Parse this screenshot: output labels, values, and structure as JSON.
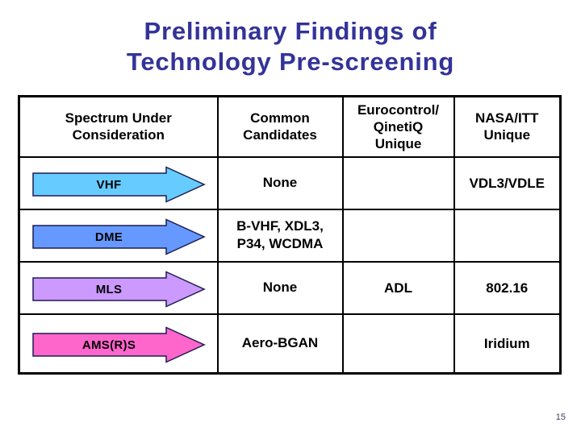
{
  "slide": {
    "title_line1": "Preliminary Findings of",
    "title_line2": "Technology Pre-screening",
    "page_number": "15"
  },
  "table": {
    "headers": {
      "spectrum": {
        "lines": [
          "Spectrum Under",
          "Consideration"
        ]
      },
      "common": {
        "lines": [
          "Common",
          "Candidates"
        ]
      },
      "eurocontrol": {
        "lines": [
          "Eurocontrol/",
          "QinetiQ",
          "Unique"
        ]
      },
      "nasa": {
        "lines": [
          "NASA/ITT",
          "Unique"
        ]
      }
    },
    "rows": [
      {
        "spectrum": "VHF",
        "arrow_fill": "#66CCFF",
        "common": "None",
        "eurocontrol": "",
        "nasa": "VDL3/VDLE"
      },
      {
        "spectrum": "DME",
        "arrow_fill": "#6699FF",
        "common": "B-VHF, XDL3, P34, WCDMA",
        "eurocontrol": "",
        "nasa": ""
      },
      {
        "spectrum": "MLS",
        "arrow_fill": "#CC99FF",
        "common": "None",
        "eurocontrol": "ADL",
        "nasa": "802.16"
      },
      {
        "spectrum": "AMS(R)S",
        "arrow_fill": "#FF66CC",
        "common": "Aero-BGAN",
        "eurocontrol": "",
        "nasa": "Iridium"
      }
    ]
  },
  "colors": {
    "title_text": "#333399",
    "table_border": "#000000",
    "cell_text": "#000000",
    "arrow_stroke": "#1c1c50",
    "page_number_text": "#404060"
  }
}
